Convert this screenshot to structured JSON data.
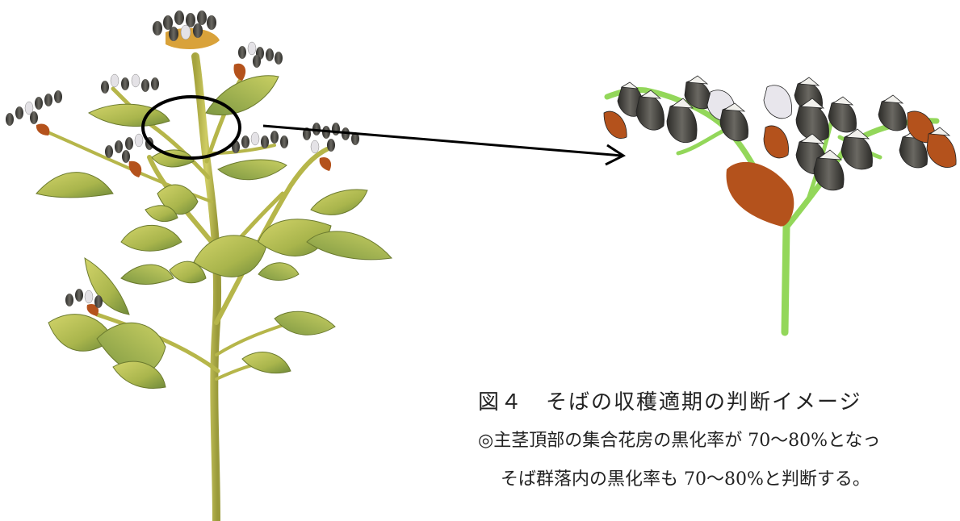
{
  "figure": {
    "title": "図４　そばの収穫適期の判断イメージ",
    "note_line1": "◎主茎頂部の集合花房の黒化率が 70〜80%となっ",
    "note_line2": "そば群落内の黒化率も 70〜80%と判断する。"
  },
  "illustration": {
    "plant_label": "buckwheat-plant",
    "detail_label": "inflorescence-closeup",
    "colors": {
      "leaf": "#b9c25a",
      "leaf_dark": "#8c9a3a",
      "stem": "#b8b84a",
      "seed_dark": "#3c3a36",
      "seed_light": "#e4e2e6",
      "bract": "#b4521c",
      "closeup_stem": "#93d75a",
      "outline": "#000000"
    }
  }
}
